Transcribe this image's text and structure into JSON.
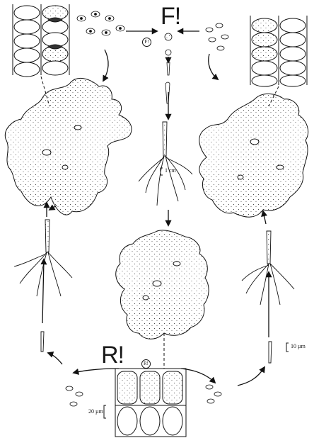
{
  "labels": {
    "fertilization_marker": "F!",
    "fertilization_marker_small": "F!",
    "meiosis_marker": "R!",
    "meiosis_marker_small": "R!"
  },
  "scale_bars": {
    "thallus": "1 cm",
    "germling": "10 µm",
    "tissue": "20 µm"
  },
  "colors": {
    "ink": "#1a1a1a",
    "background": "#ffffff"
  }
}
